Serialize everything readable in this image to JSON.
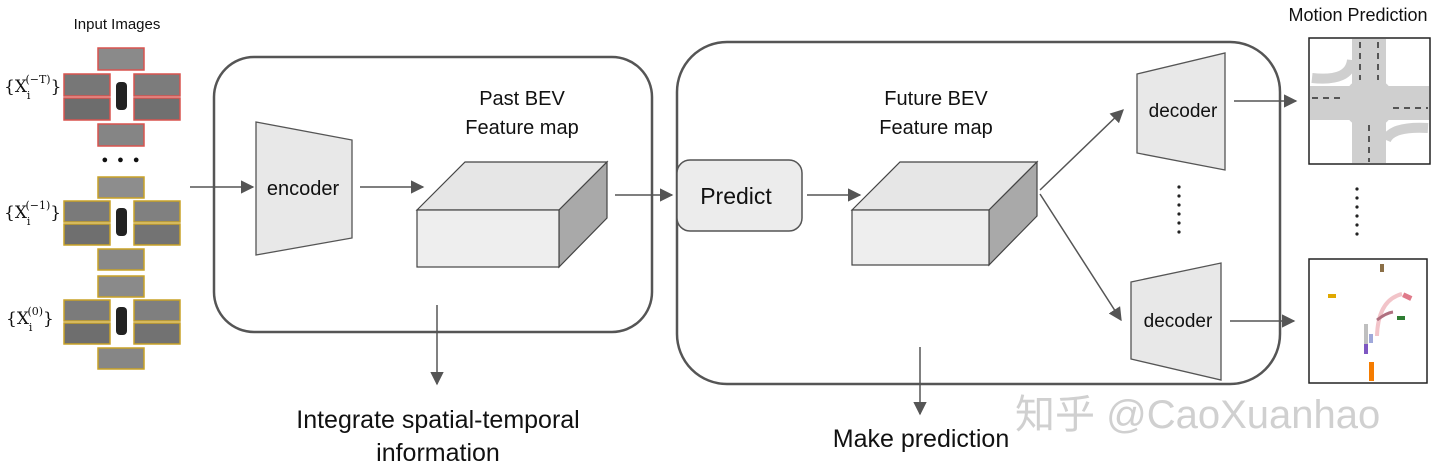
{
  "input": {
    "title": "Input Images",
    "frames": [
      {
        "label_base": "{X",
        "label_sup": "(−T)",
        "label_sub": "i",
        "label_end": "}",
        "border_color": "#d9534f"
      },
      {
        "label_base": "{X",
        "label_sup": "(−1)",
        "label_sub": "i",
        "label_end": "}",
        "border_color": "#c9a227"
      },
      {
        "label_base": "{X",
        "label_sup": "(0)",
        "label_sub": "i",
        "label_end": "}",
        "border_color": "#c9a227"
      }
    ],
    "ellipsis": "● ● ●"
  },
  "encoder": {
    "label": "encoder"
  },
  "past_bev": {
    "line1": "Past BEV",
    "line2": "Feature map"
  },
  "predict": {
    "label": "Predict"
  },
  "future_bev": {
    "line1": "Future BEV",
    "line2": "Feature map"
  },
  "decoders": [
    {
      "label": "decoder"
    },
    {
      "label": "decoder"
    }
  ],
  "motion": {
    "title": "Motion Prediction"
  },
  "captions": {
    "integrate_line1": "Integrate spatial-temporal",
    "integrate_line2": "information",
    "make_prediction": "Make prediction"
  },
  "watermark": "知乎 @CaoXuanhao",
  "colors": {
    "line": "#555555",
    "box_fill": "#eeeeee",
    "box_side": "#a9a9a9",
    "box_top": "#e6e6e6",
    "predict_fill": "#ececec",
    "trapezoid_fill": "#e8e8e8"
  }
}
